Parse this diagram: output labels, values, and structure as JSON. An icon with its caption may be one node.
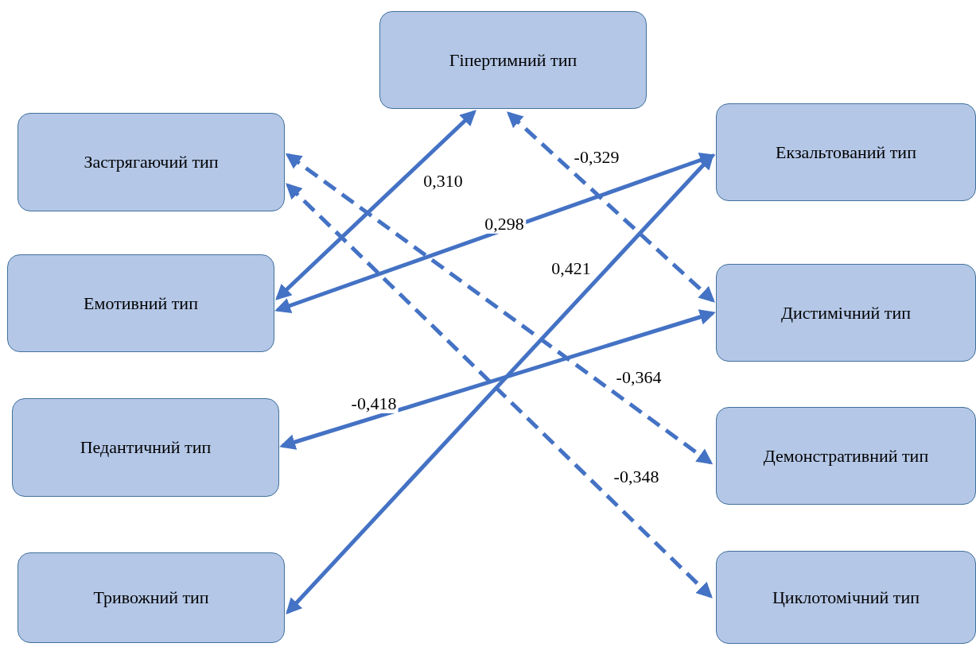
{
  "diagram": {
    "nodes": [
      {
        "text": [
          "Гіпертимний тип"
        ]
      },
      {
        "text": [
          "Застрягаючий тип"
        ]
      },
      {
        "text": [
          "Емотивний тип"
        ]
      },
      {
        "text": [
          "Педантичний тип"
        ]
      },
      {
        "text": [
          "Тривожний тип"
        ]
      },
      {
        "text": [
          "Екзальтований тип"
        ]
      },
      {
        "text": [
          "Дистимічний тип"
        ]
      },
      {
        "text": [
          "Демонстративний тип"
        ]
      },
      {
        "text": [
          "Циклотомічний тип"
        ]
      }
    ],
    "edges": [
      {
        "from": 0,
        "to": 2,
        "arrow": "both",
        "label": "0,310"
      },
      {
        "from": 0,
        "to": 6,
        "arrow": "both",
        "label": "-0,329",
        "style": "dashed"
      },
      {
        "from": 5,
        "to": 2,
        "arrow": "both",
        "label": "0,298"
      },
      {
        "from": 5,
        "to": 4,
        "arrow": "both",
        "label": "0,421"
      },
      {
        "from": 6,
        "to": 3,
        "arrow": "both",
        "label": "-0,418"
      },
      {
        "from": 1,
        "to": 7,
        "arrow": "both",
        "label": "-0,364",
        "style": "dashed"
      },
      {
        "from": 1,
        "to": 8,
        "arrow": "both",
        "label": "-0,348",
        "style": "dashed"
      }
    ]
  }
}
